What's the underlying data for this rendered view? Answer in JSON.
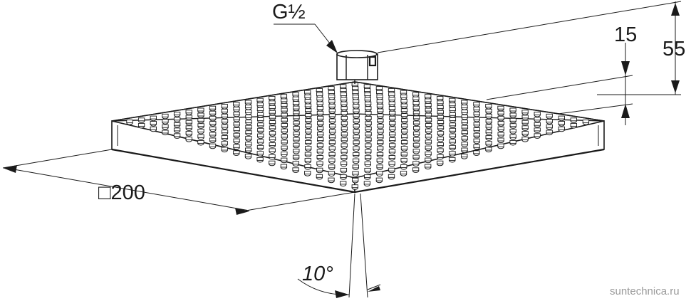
{
  "labels": {
    "thread": "G½",
    "height_small": "15",
    "height_total": "55",
    "size": "□200",
    "angle": "10°"
  },
  "watermark": "suntechnica.ru",
  "nozzles": {
    "rows": 20,
    "cols": 20
  }
}
